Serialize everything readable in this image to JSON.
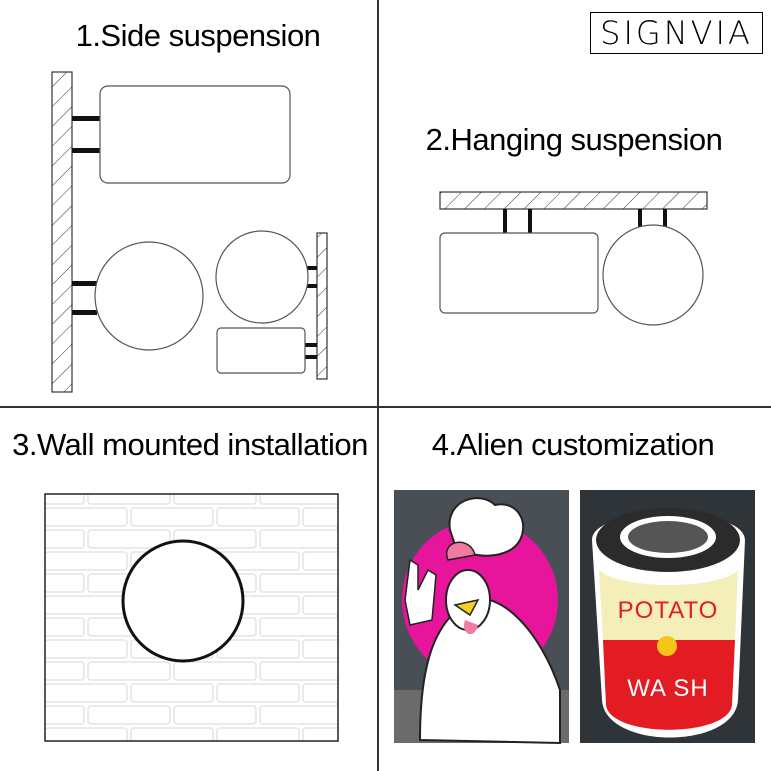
{
  "brand": {
    "logo_text": "SIGNVIA"
  },
  "panels": [
    {
      "title": "1.Side suspension"
    },
    {
      "title": "2.Hanging suspension"
    },
    {
      "title": "3.Wall mounted installation"
    },
    {
      "title": "4.Alien customization"
    }
  ],
  "examples": {
    "can_sign_top": "POTATO",
    "can_sign_bottom": "WA SH"
  },
  "colors": {
    "magenta": "#e6159c",
    "can_red": "#e31b23",
    "can_cream": "#f4efb8"
  }
}
